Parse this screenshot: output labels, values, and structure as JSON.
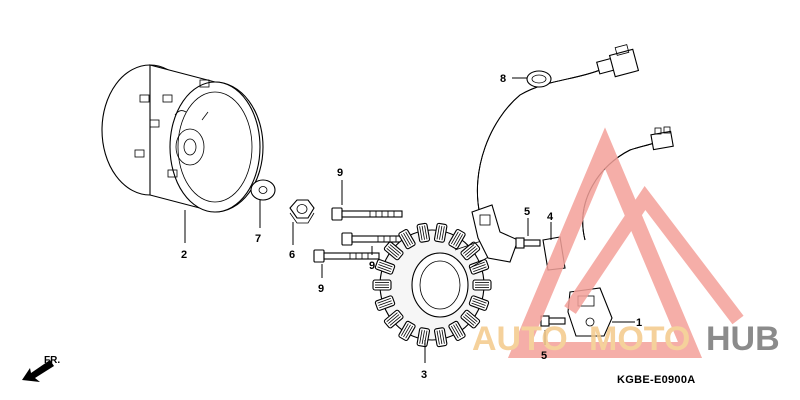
{
  "diagram": {
    "callouts": [
      {
        "id": "c1",
        "label": "1"
      },
      {
        "id": "c2",
        "label": "2"
      },
      {
        "id": "c3",
        "label": "3"
      },
      {
        "id": "c4",
        "label": "4"
      },
      {
        "id": "c5a",
        "label": "5"
      },
      {
        "id": "c5b",
        "label": "5"
      },
      {
        "id": "c6",
        "label": "6"
      },
      {
        "id": "c7",
        "label": "7"
      },
      {
        "id": "c8",
        "label": "8"
      },
      {
        "id": "c9a",
        "label": "9"
      },
      {
        "id": "c9b",
        "label": "9"
      },
      {
        "id": "c9c",
        "label": "9"
      }
    ],
    "diagram_code": "KGBE-E0900A",
    "front_label": "FR."
  },
  "watermark": {
    "auto": "AUTO",
    "moto": "MOTO",
    "hub": "HUB",
    "triangle_color": "#f4a19a",
    "text_color": "#f4c98a",
    "hub_color": "#777777"
  }
}
